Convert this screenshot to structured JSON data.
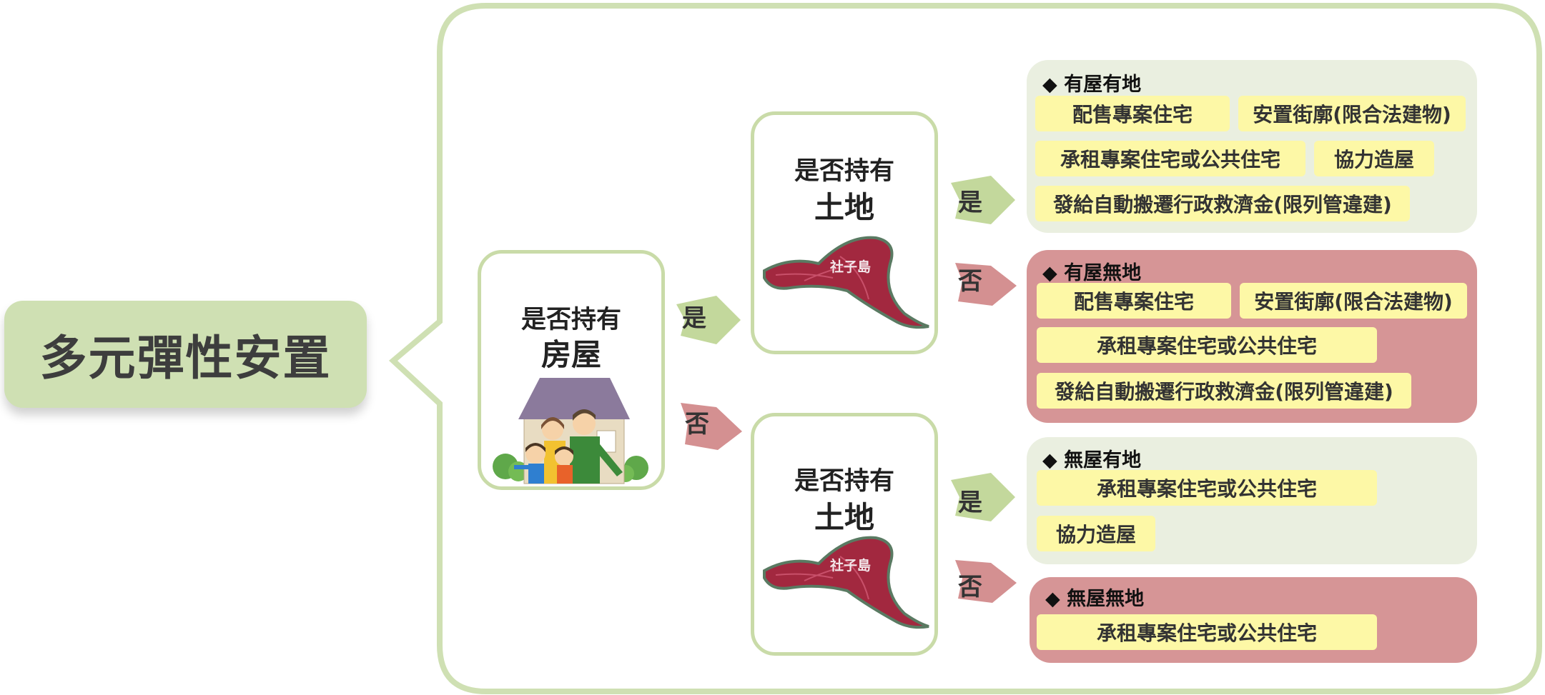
{
  "title": "多元彈性安置",
  "house_question": {
    "line1": "是否持有",
    "line2": "房屋"
  },
  "land_question_top": {
    "line1": "是否持有",
    "line2": "土地",
    "map_label": "社子島"
  },
  "land_question_bottom": {
    "line1": "是否持有",
    "line2": "土地",
    "map_label": "社子島"
  },
  "labels": {
    "house_yes": "是",
    "house_no": "否",
    "top_yes": "是",
    "top_no": "否",
    "bottom_yes": "是",
    "bottom_no": "否"
  },
  "results": [
    {
      "header": "◆ 有屋有地",
      "options": [
        "配售專案住宅",
        "安置街廓(限合法建物)",
        "承租專案住宅或公共住宅",
        "協力造屋",
        "發給自動搬遷行政救濟金(限列管違建)"
      ]
    },
    {
      "header": "◆ 有屋無地",
      "options": [
        "配售專案住宅",
        "安置街廓(限合法建物)",
        "承租專案住宅或公共住宅",
        "發給自動搬遷行政救濟金(限列管違建)"
      ]
    },
    {
      "header": "◆ 無屋有地",
      "options": [
        "承租專案住宅或公共住宅",
        "協力造屋"
      ]
    },
    {
      "header": "◆ 無屋無地",
      "options": [
        "承租專案住宅或公共住宅"
      ]
    }
  ],
  "colors": {
    "green": "#cfe0b3",
    "green_arrow": "#c3d89c",
    "red_arrow": "#d49091",
    "green_panel": "#eaefe0",
    "red_panel": "#d69596",
    "chip": "#fdf8a6"
  }
}
